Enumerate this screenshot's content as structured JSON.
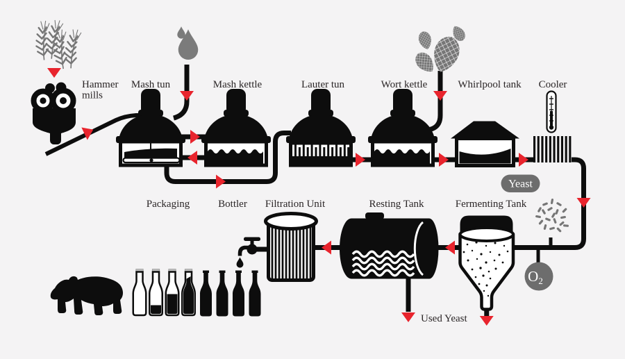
{
  "diagram_type": "beer-brewing-process-flow",
  "colors": {
    "background": "#f4f3f4",
    "ink": "#0d0d0d",
    "accent_red": "#e8242d",
    "icon_gray": "#767676",
    "badge_gray": "#6d6d6d",
    "bottle_cap_gray": "#c0c0c0",
    "text": "#2a2526"
  },
  "stages": {
    "top": [
      {
        "id": "hammer-mills",
        "label": "Hammer mills",
        "label_lines": [
          "Hammer",
          "mills"
        ]
      },
      {
        "id": "mash-tun",
        "label": "Mash tun"
      },
      {
        "id": "mash-kettle",
        "label": "Mash kettle"
      },
      {
        "id": "lauter-tun",
        "label": "Lauter tun"
      },
      {
        "id": "wort-kettle",
        "label": "Wort kettle"
      },
      {
        "id": "whirlpool-tank",
        "label": "Whirlpool tank"
      },
      {
        "id": "cooler",
        "label": "Cooler"
      }
    ],
    "bottom": [
      {
        "id": "packaging",
        "label": "Packaging"
      },
      {
        "id": "bottler",
        "label": "Bottler"
      },
      {
        "id": "filtration-unit",
        "label": "Filtration Unit"
      },
      {
        "id": "resting-tank",
        "label": "Resting Tank"
      },
      {
        "id": "fermenting-tank",
        "label": "Fermenting Tank"
      }
    ]
  },
  "badges": {
    "yeast": "Yeast",
    "oxygen_base": "O",
    "oxygen_sub": "2"
  },
  "annotations": {
    "used_yeast": "Used Yeast"
  },
  "icons": {
    "ingredients": [
      "barley-grain-icon",
      "water-drop-icon",
      "hops-icon",
      "yeast-cells-icon"
    ],
    "other": [
      "thermometer-icon",
      "tap-icon",
      "bear-silhouette-icon",
      "bottle-row-icon"
    ]
  },
  "bottles": {
    "count": 8,
    "fill_levels_percent": [
      0,
      20,
      45,
      85,
      100,
      100,
      100,
      100
    ]
  },
  "flow_arrow_color": "#e8242d"
}
